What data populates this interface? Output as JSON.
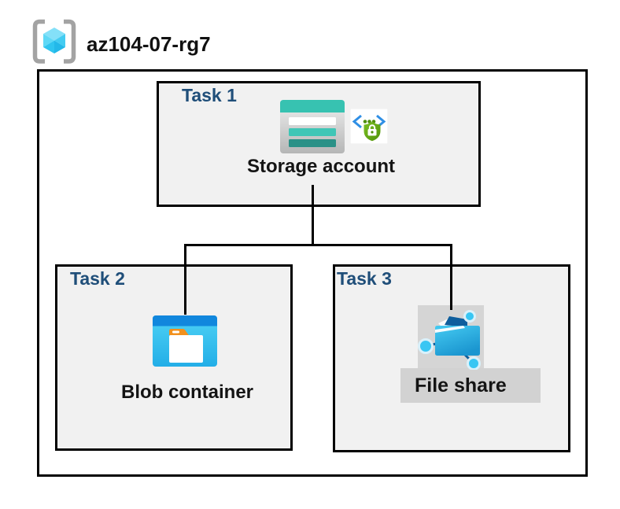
{
  "header": {
    "title": "az104-07-rg7",
    "icon": "resource-group-icon"
  },
  "diagram": {
    "tasks": [
      {
        "label": "Task 1",
        "resource": "Storage account",
        "icons": [
          "storage-account-icon",
          "endpoint-security-icon"
        ]
      },
      {
        "label": "Task 2",
        "resource": "Blob container",
        "icons": [
          "blob-container-icon"
        ]
      },
      {
        "label": "Task 3",
        "resource": "File share",
        "icons": [
          "file-share-icon"
        ]
      }
    ],
    "connections": [
      {
        "from": "Storage account",
        "to": "Blob container"
      },
      {
        "from": "Storage account",
        "to": "File share"
      }
    ]
  },
  "colors": {
    "task_label_navy": "#1f4e79",
    "box_fill_gray": "#f1f1f1",
    "border_black": "#000000",
    "storage_teal": "#37c2b1",
    "storage_teal_dark": "#2a9187",
    "blob_header_blue": "#1187dd",
    "blob_body_cyan": "#35c1ee",
    "folder_tab_orange": "#f2901d",
    "fileshare_flap_navy": "#0e5e9d",
    "network_node_cyan": "#38c6f3",
    "shield_green": "#57a00d",
    "bracket_gray": "#a3a3a3",
    "highlight_gray": "#d5d5d5"
  }
}
